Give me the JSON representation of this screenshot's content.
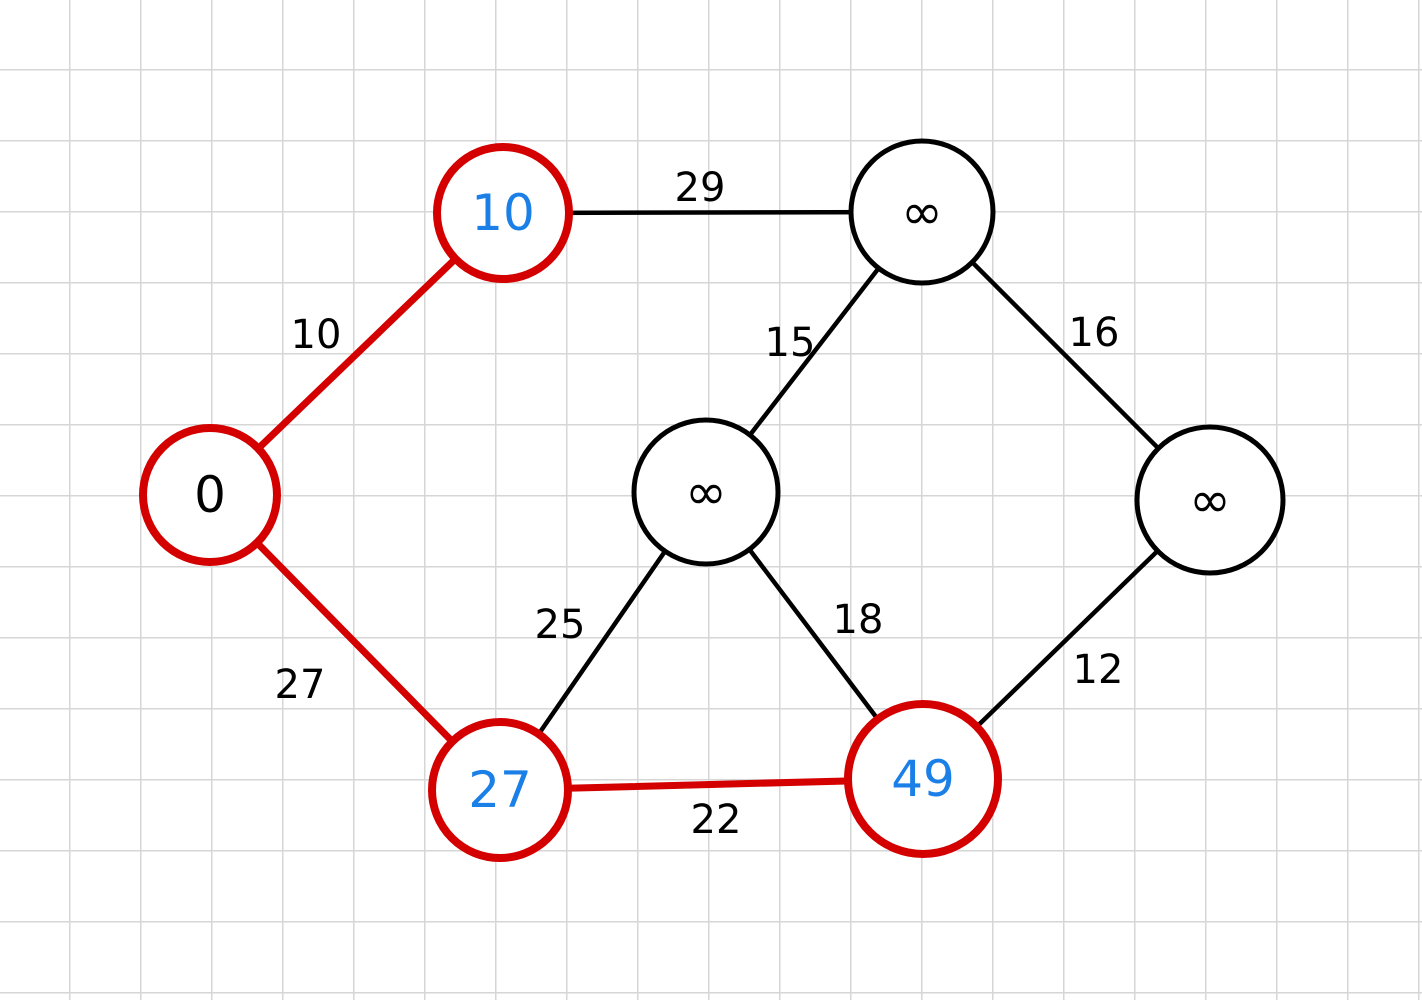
{
  "colors": {
    "ink": "#000000",
    "highlight": "#d40000",
    "visited_text": "#1a7fe6",
    "grid": "#d6d6d6"
  },
  "graph": {
    "nodes": [
      {
        "id": "a",
        "label": "0",
        "visited": true,
        "label_color": "ink"
      },
      {
        "id": "b",
        "label": "10",
        "visited": true,
        "label_color": "visited_text"
      },
      {
        "id": "c",
        "label": "27",
        "visited": true,
        "label_color": "visited_text"
      },
      {
        "id": "d",
        "label": "∞",
        "visited": false,
        "label_color": "ink"
      },
      {
        "id": "e",
        "label": "∞",
        "visited": false,
        "label_color": "ink"
      },
      {
        "id": "f",
        "label": "49",
        "visited": true,
        "label_color": "visited_text"
      },
      {
        "id": "g",
        "label": "∞",
        "visited": false,
        "label_color": "ink"
      }
    ],
    "edges": [
      {
        "id": "a-b",
        "from": "a",
        "to": "b",
        "weight": "10",
        "highlighted": true
      },
      {
        "id": "a-c",
        "from": "a",
        "to": "c",
        "weight": "27",
        "highlighted": true
      },
      {
        "id": "b-e",
        "from": "b",
        "to": "e",
        "weight": "29",
        "highlighted": false
      },
      {
        "id": "c-d",
        "from": "c",
        "to": "d",
        "weight": "25",
        "highlighted": false
      },
      {
        "id": "c-f",
        "from": "c",
        "to": "f",
        "weight": "22",
        "highlighted": true
      },
      {
        "id": "d-e",
        "from": "d",
        "to": "e",
        "weight": "15",
        "highlighted": false
      },
      {
        "id": "d-f",
        "from": "d",
        "to": "f",
        "weight": "18",
        "highlighted": false
      },
      {
        "id": "e-g",
        "from": "e",
        "to": "g",
        "weight": "16",
        "highlighted": false
      },
      {
        "id": "f-g",
        "from": "f",
        "to": "g",
        "weight": "12",
        "highlighted": false
      }
    ]
  }
}
